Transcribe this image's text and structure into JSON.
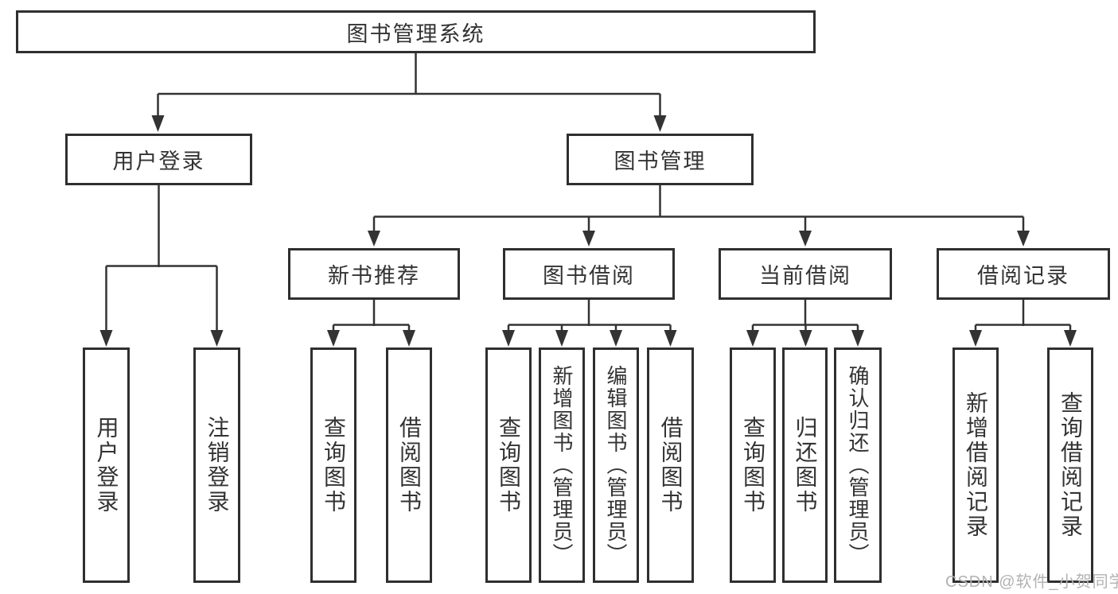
{
  "diagram": {
    "root": "图书管理系统",
    "level2": {
      "user_login": "用户登录",
      "book_mgmt": "图书管理"
    },
    "level3": {
      "new_books": "新书推荐",
      "book_borrow": "图书借阅",
      "current_borrow": "当前借阅",
      "borrow_records": "借阅记录"
    },
    "leaves": {
      "login": [
        "用户登录",
        "注销登录"
      ],
      "new_books": [
        "查询图书",
        "借阅图书"
      ],
      "book_borrow": [
        "查询图书",
        "新增图书（管理员）",
        "编辑图书（管理员）",
        "借阅图书"
      ],
      "current_borrow": [
        "查询图书",
        "归还图书",
        "确认归还（管理员）"
      ],
      "borrow_records": [
        "新增借阅记录",
        "查询借阅记录"
      ]
    }
  },
  "watermark": "CSDN @软件_小贺同学",
  "colors": {
    "line": "#333333",
    "text": "#333333",
    "watermark": "#b2b2b2",
    "background": "#ffffff"
  }
}
